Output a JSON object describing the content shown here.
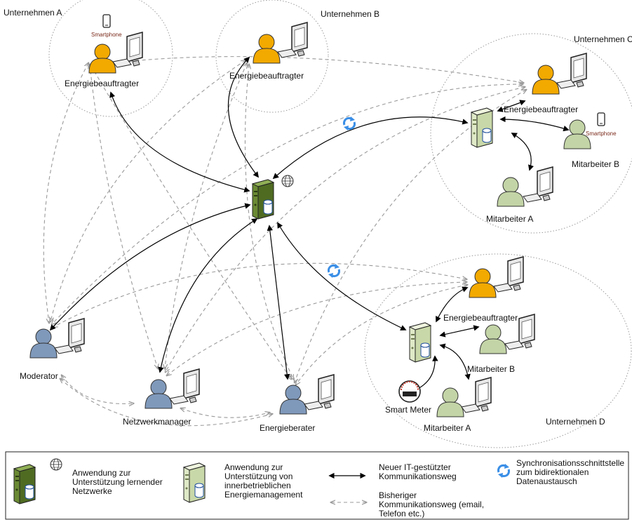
{
  "companies": {
    "a": "Unternehmen A",
    "b": "Unternehmen B",
    "c": "Unternehmen C",
    "d": "Unternehmen D"
  },
  "people": {
    "a_officer": "Energiebeauftragter",
    "b_officer": "Energiebeauftragter",
    "c_officer": "Energiebeauftragter",
    "c_employee_a": "Mitarbeiter A",
    "c_employee_b": "Mitarbeiter B",
    "d_officer": "Energiebeauftragter",
    "d_employee_a": "Mitarbeiter A",
    "d_employee_b": "Mitarbeiter B",
    "moderator": "Moderator",
    "network_manager": "Netzwerkmanager",
    "energy_consultant": "Energieberater"
  },
  "devices": {
    "smartphone_a": "Smartphone",
    "smartphone_c": "Smartphone",
    "smart_meter": "Smart Meter"
  },
  "legend": {
    "network_app": "Anwendung zur Unterstützung lernender Netzwerke",
    "internal_app": "Anwendung zur Unterstützung von innerbetrieblichen Energiemanagement",
    "new_channel": "Neuer IT-gestützter Kommunikationsweg",
    "old_channel": "Bisheriger Kommunikationsweg (email, Telefon etc.)",
    "sync": "Synchronisationsschnittstelle zum bidirektionalen Datenaustausch"
  },
  "colors": {
    "officer": "#f2a900",
    "moderator": "#7f99bb",
    "employee": "#c3d4a6",
    "network_server": "#5b7a2a",
    "internal_server": "#d9e6bf",
    "solid_line": "#000000",
    "dashed_line": "#9a9a9a",
    "sync_icon": "#3a8ee6"
  }
}
